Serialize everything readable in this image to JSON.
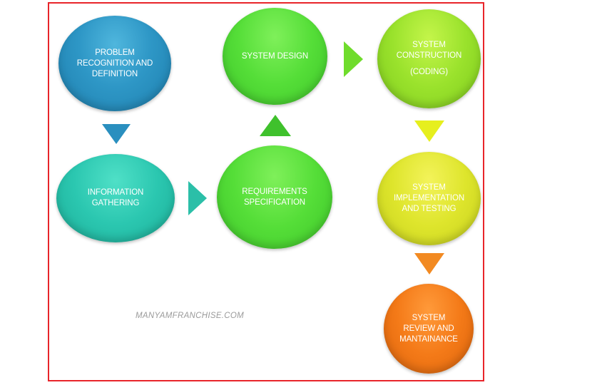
{
  "diagram": {
    "nodes": {
      "problem": {
        "lines": [
          "PROBLEM",
          "RECOGNITION AND",
          "DEFINITION"
        ]
      },
      "info": {
        "lines": [
          "INFORMATION",
          "GATHERING"
        ]
      },
      "requirements": {
        "lines": [
          "REQUIREMENTS",
          "SPECIFICATION"
        ]
      },
      "design": {
        "lines": [
          "SYSTEM DESIGN"
        ]
      },
      "construction": {
        "lines": [
          "SYSTEM",
          "CONSTRUCTION",
          "(CODING)"
        ]
      },
      "implementation": {
        "lines": [
          "SYSTEM",
          "IMPLEMENTATION",
          "AND TESTING"
        ]
      },
      "review": {
        "lines": [
          "SYSTEM",
          "REVIEW AND",
          "MANTAINANCE"
        ]
      }
    },
    "watermark": "MANYAMFRANCHISE.COM",
    "colors": {
      "frame": "#e8242a",
      "blue": "#2e97c6",
      "teal": "#2bc7b0",
      "green": "#55de38",
      "lime": "#9ae22c",
      "yellow": "#dee52c",
      "orange": "#f47a18"
    }
  }
}
